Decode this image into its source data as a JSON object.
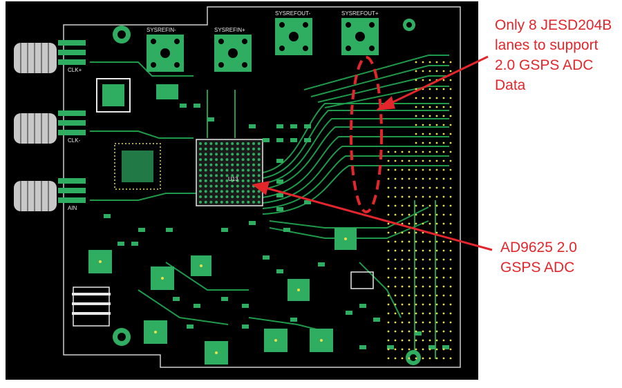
{
  "board": {
    "connector_labels": [
      "SYSREFIN-",
      "SYSREFIN+",
      "SYSREFOUT-",
      "SYSREFOUT+"
    ],
    "input_labels": [
      "CLK+",
      "CLK-",
      "AIN"
    ],
    "chip_label": "U13",
    "colors": {
      "background": "#000000",
      "trace": "#1f9a4a",
      "pad": "#2fae62",
      "silk": "#e8e8e8",
      "via": "#e8e04a",
      "annotation": "#e3262b"
    }
  },
  "annotations": {
    "lanes": "Only 8 JESD204B\nlanes to support\n2.0 GSPS ADC\nData",
    "adc": "AD9625 2.0\nGSPS ADC"
  }
}
